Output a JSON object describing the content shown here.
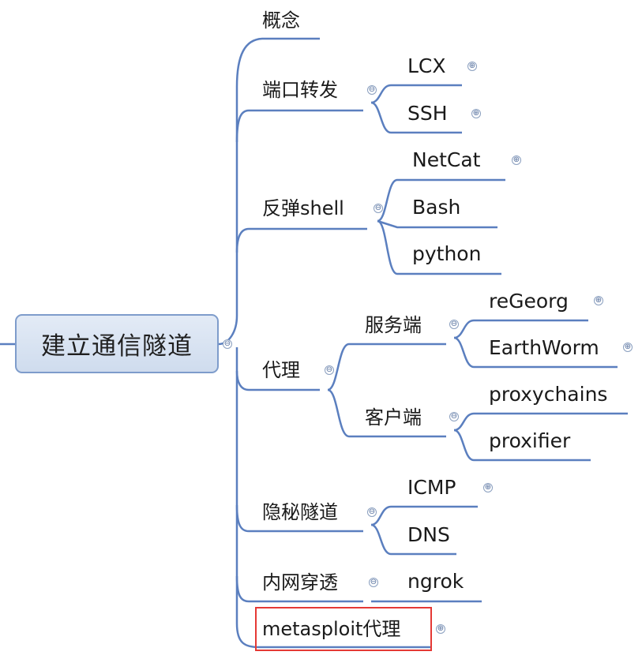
{
  "root": {
    "label": "建立通信隧道"
  },
  "branches": {
    "concept": "概念",
    "port_forward": {
      "label": "端口转发",
      "children": [
        "LCX",
        "SSH"
      ]
    },
    "reverse_shell": {
      "label": "反弹shell",
      "children": [
        "NetCat",
        "Bash",
        "python"
      ]
    },
    "proxy": {
      "label": "代理",
      "server": {
        "label": "服务端",
        "children": [
          "reGeorg",
          "EarthWorm"
        ]
      },
      "client": {
        "label": "客户端",
        "children": [
          "proxychains",
          "proxifier"
        ]
      }
    },
    "covert": {
      "label": "隐秘隧道",
      "children": [
        "ICMP",
        "DNS"
      ]
    },
    "intranet": {
      "label": "内网穿透",
      "children": [
        "ngrok"
      ]
    },
    "metasploit": {
      "label": "metasploit代理"
    }
  },
  "toggle_symbols": {
    "expanded": "⊖",
    "collapsed": "⊕"
  },
  "colors": {
    "connector": "#5b7fbf",
    "root_fill": "#d8e3f3",
    "root_border": "#7e9ccb",
    "highlight": "#e53935"
  }
}
